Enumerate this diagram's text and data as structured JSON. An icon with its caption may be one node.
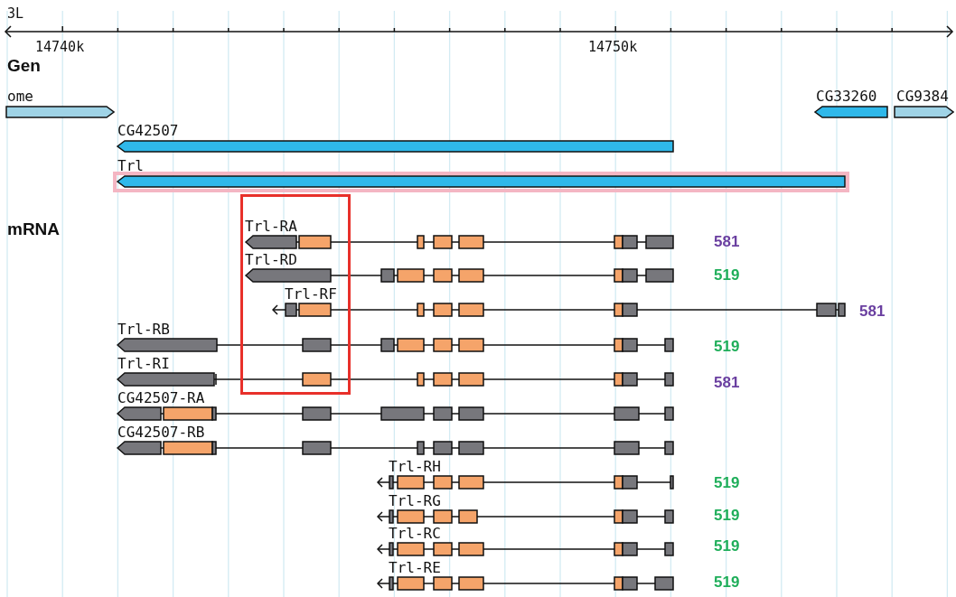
{
  "diagram": {
    "nodes": [
      {
        "text": [
          "ome"
        ]
      },
      {
        "text": [
          "CG33260"
        ]
      },
      {
        "text": [
          "CG9384"
        ]
      },
      {
        "text": [
          "CG42507"
        ]
      },
      {
        "text": [
          "Trl"
        ]
      },
      {
        "text": [
          "Trl-RA"
        ]
      },
      {
        "text": [
          "Trl-RD"
        ]
      },
      {
        "text": [
          "Trl-RF"
        ]
      },
      {
        "text": [
          "Trl-RB"
        ]
      },
      {
        "text": [
          "Trl-RI"
        ]
      },
      {
        "text": [
          "CG42507-RA"
        ]
      },
      {
        "text": [
          "CG42507-RB"
        ]
      },
      {
        "text": [
          "Trl-RH"
        ]
      },
      {
        "text": [
          "Trl-RG"
        ]
      },
      {
        "text": [
          "Trl-RC"
        ]
      },
      {
        "text": [
          "Trl-RE"
        ]
      }
    ],
    "labels": [
      "3L",
      "14740k",
      "14750k",
      "Gen",
      "mRNA",
      "581",
      "519",
      "581",
      "519",
      "581",
      "519",
      "519",
      "519",
      "519"
    ]
  }
}
